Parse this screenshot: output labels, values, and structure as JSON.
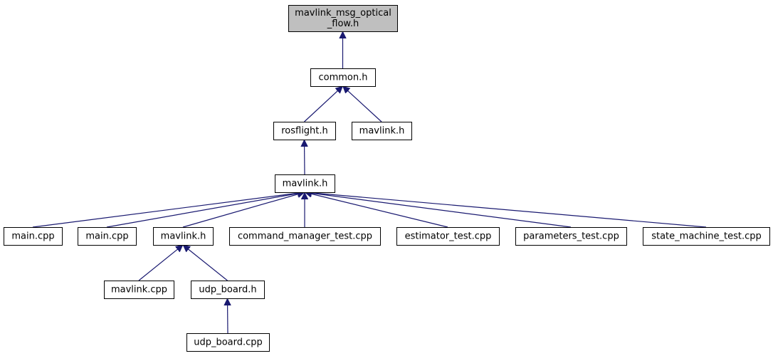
{
  "colors": {
    "edge": "#191970",
    "node_border": "#000000",
    "node_fill": "#ffffff",
    "focus_fill": "#bfbfbf"
  },
  "nodes": [
    {
      "id": "optical_flow",
      "lines": [
        "mavlink_msg_optical",
        "_flow.h"
      ],
      "focus": true
    },
    {
      "id": "common",
      "lines": [
        "common.h"
      ]
    },
    {
      "id": "rosflight",
      "lines": [
        "rosflight.h"
      ]
    },
    {
      "id": "mavlink_top",
      "lines": [
        "mavlink.h"
      ]
    },
    {
      "id": "mavlink_mid",
      "lines": [
        "mavlink.h"
      ]
    },
    {
      "id": "main1",
      "lines": [
        "main.cpp"
      ]
    },
    {
      "id": "main2",
      "lines": [
        "main.cpp"
      ]
    },
    {
      "id": "mavlink_low",
      "lines": [
        "mavlink.h"
      ]
    },
    {
      "id": "cmd_mgr",
      "lines": [
        "command_manager_test.cpp"
      ]
    },
    {
      "id": "estimator",
      "lines": [
        "estimator_test.cpp"
      ]
    },
    {
      "id": "params",
      "lines": [
        "parameters_test.cpp"
      ]
    },
    {
      "id": "state_machine",
      "lines": [
        "state_machine_test.cpp"
      ]
    },
    {
      "id": "mavlink_cpp",
      "lines": [
        "mavlink.cpp"
      ]
    },
    {
      "id": "udp_board_h",
      "lines": [
        "udp_board.h"
      ]
    },
    {
      "id": "udp_board_cpp",
      "lines": [
        "udp_board.cpp"
      ]
    }
  ],
  "edges": [
    {
      "from": "common",
      "to": "optical_flow"
    },
    {
      "from": "rosflight",
      "to": "common"
    },
    {
      "from": "mavlink_top",
      "to": "common"
    },
    {
      "from": "mavlink_mid",
      "to": "rosflight"
    },
    {
      "from": "main1",
      "to": "mavlink_mid"
    },
    {
      "from": "main2",
      "to": "mavlink_mid"
    },
    {
      "from": "mavlink_low",
      "to": "mavlink_mid"
    },
    {
      "from": "cmd_mgr",
      "to": "mavlink_mid"
    },
    {
      "from": "estimator",
      "to": "mavlink_mid"
    },
    {
      "from": "params",
      "to": "mavlink_mid"
    },
    {
      "from": "state_machine",
      "to": "mavlink_mid"
    },
    {
      "from": "mavlink_cpp",
      "to": "mavlink_low"
    },
    {
      "from": "udp_board_h",
      "to": "mavlink_low"
    },
    {
      "from": "udp_board_cpp",
      "to": "udp_board_h"
    }
  ]
}
